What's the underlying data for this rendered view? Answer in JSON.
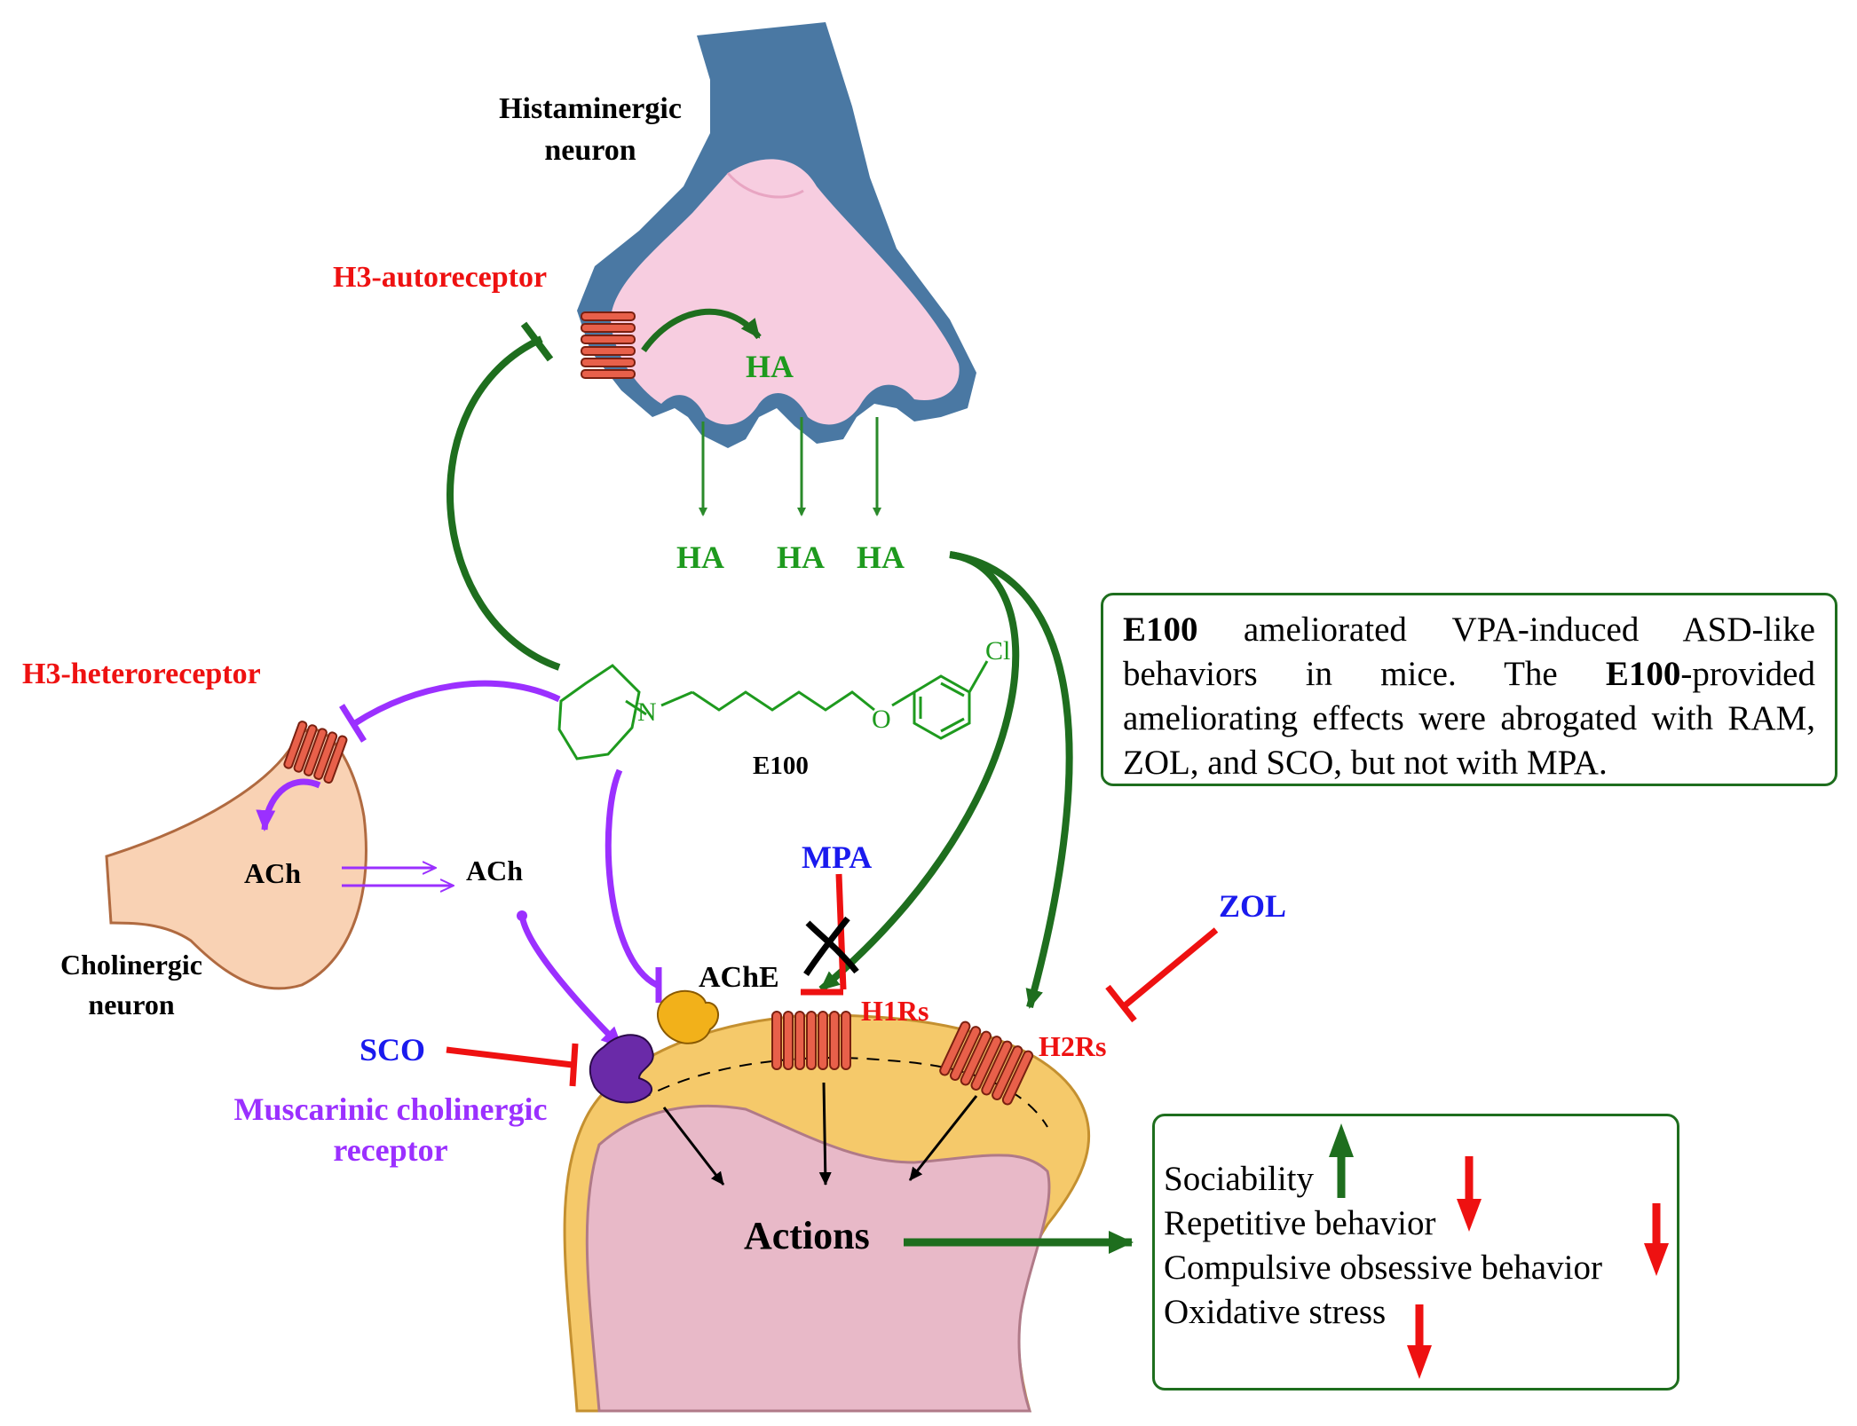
{
  "labels": {
    "histaminergic_neuron": [
      "Histaminergic",
      "neuron"
    ],
    "h3_autoreceptor": "H3-autoreceptor",
    "h3_heteroreceptor": "H3-heteroreceptor",
    "ha_inside": "HA",
    "ha_released": [
      "HA",
      "HA",
      "HA"
    ],
    "ach_inside": "ACh",
    "ach_released": "ACh",
    "cholinergic_neuron": [
      "Cholinergic",
      "neuron"
    ],
    "compound": "E100",
    "chlorine": "Cl",
    "nitrogen": "N",
    "oxygen": "O",
    "ache": "AChE",
    "h1rs": "H1Rs",
    "h2rs": "H2Rs",
    "mpa": "MPA",
    "zol": "ZOL",
    "sco": "SCO",
    "muscarinic_receptor": [
      "Muscarinic cholinergic",
      "receptor"
    ],
    "actions": "Actions"
  },
  "info_box": {
    "p1": "E100",
    "p2": " ameliorated VPA-induced ASD-like behaviors in mice. The ",
    "p3": "E100",
    "p4": "-provided ameliorating effects were abrogated with RAM, ZOL, and SCO, but not with MPA."
  },
  "outcomes": [
    {
      "label": "Sociability",
      "direction": "up"
    },
    {
      "label": "Repetitive behavior",
      "direction": "down"
    },
    {
      "label": "Compulsive obsessive behavior",
      "direction": "down"
    },
    {
      "label": "Oxidative stress",
      "direction": "down"
    }
  ],
  "colors": {
    "green": "#1e6e1e",
    "arrow_green": "#2a8a2a",
    "red": "#ee1111",
    "blue": "#1a1aee",
    "purple": "#9b30ff",
    "neuron_blue": "#4a78a3",
    "neuron_pink": "#f7cde0",
    "cholinergic_fill": "#f9d2b4",
    "post_outer": "#f5c96a",
    "post_inner": "#e8b9c8",
    "receptor": "#e8604a"
  }
}
